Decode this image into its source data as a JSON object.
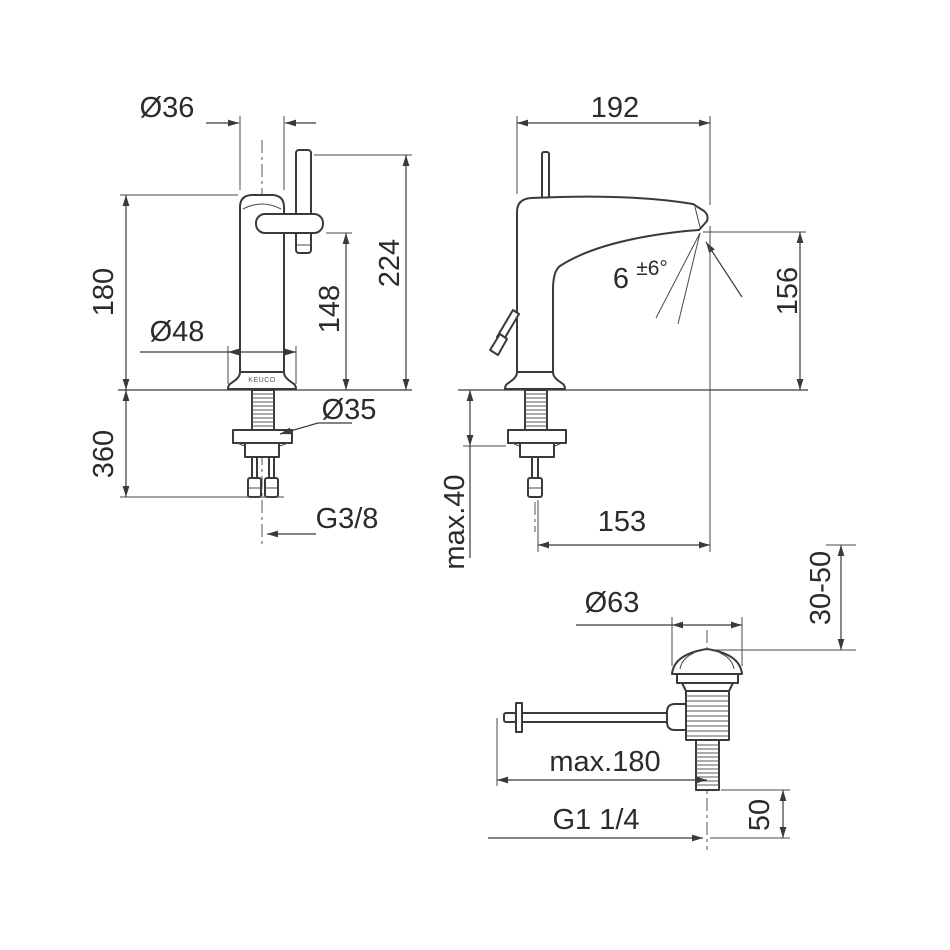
{
  "drawing": {
    "brand": "KEUCO",
    "front_view": {
      "dia_top": "Ø36",
      "body_height": "180",
      "dia_base": "Ø48",
      "spout_height": "148",
      "total_height": "224",
      "below_deck": "360",
      "dia_shank": "Ø35",
      "supply_thread": "G3/8"
    },
    "side_view": {
      "reach": "192",
      "angle_base": "6",
      "angle_tol": "±6°",
      "outlet_height": "156",
      "deck_max": "max.40",
      "tip_offset": "153"
    },
    "drain_view": {
      "dia_cap": "Ø63",
      "adjust_range": "30-50",
      "rod_max": "max.180",
      "waste_thread": "G1 1/4",
      "tail_length": "50"
    }
  }
}
